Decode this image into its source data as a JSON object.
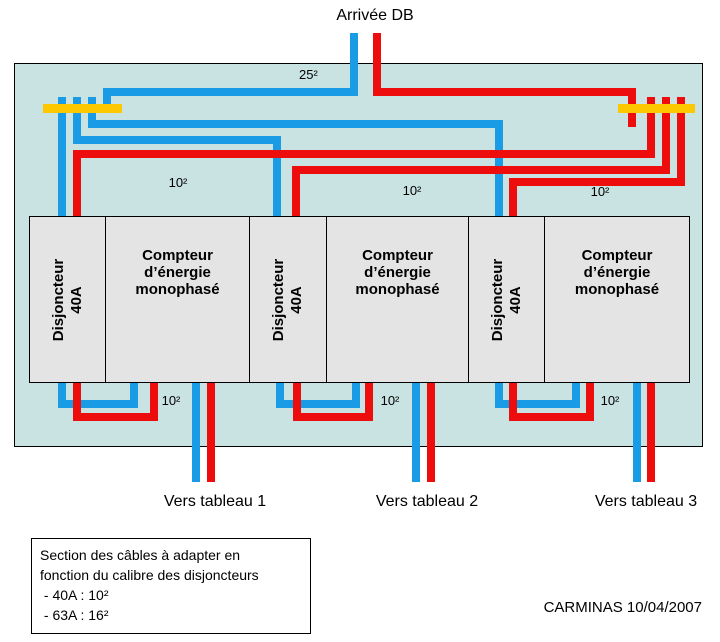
{
  "title": "Arrivée DB",
  "colors": {
    "phase_wire_red": "#ee0d0d",
    "neutral_wire_blue": "#1a9be6",
    "bus_bar_yellow": "#fdc800",
    "panel_background": "#c9e2e2",
    "device_background": "#e4e4e4"
  },
  "sections": {
    "incoming": "25²",
    "branch": [
      "10²",
      "10²",
      "10²"
    ],
    "meter_links": [
      "10²",
      "10²",
      "10²"
    ]
  },
  "devices": {
    "breaker": {
      "line1": "Disjoncteur",
      "line2": "40A"
    },
    "meter": {
      "line1": "Compteur",
      "line2": "d’énergie",
      "line3": "monophasé"
    }
  },
  "outputs": [
    "Vers tableau 1",
    "Vers tableau 2",
    "Vers tableau 3"
  ],
  "note": {
    "lines": [
      "Section des câbles à adapter en",
      "fonction du calibre des disjoncteurs",
      " - 40A : 10²",
      " - 63A : 16²"
    ]
  },
  "credit": "CARMINAS 10/04/2007"
}
